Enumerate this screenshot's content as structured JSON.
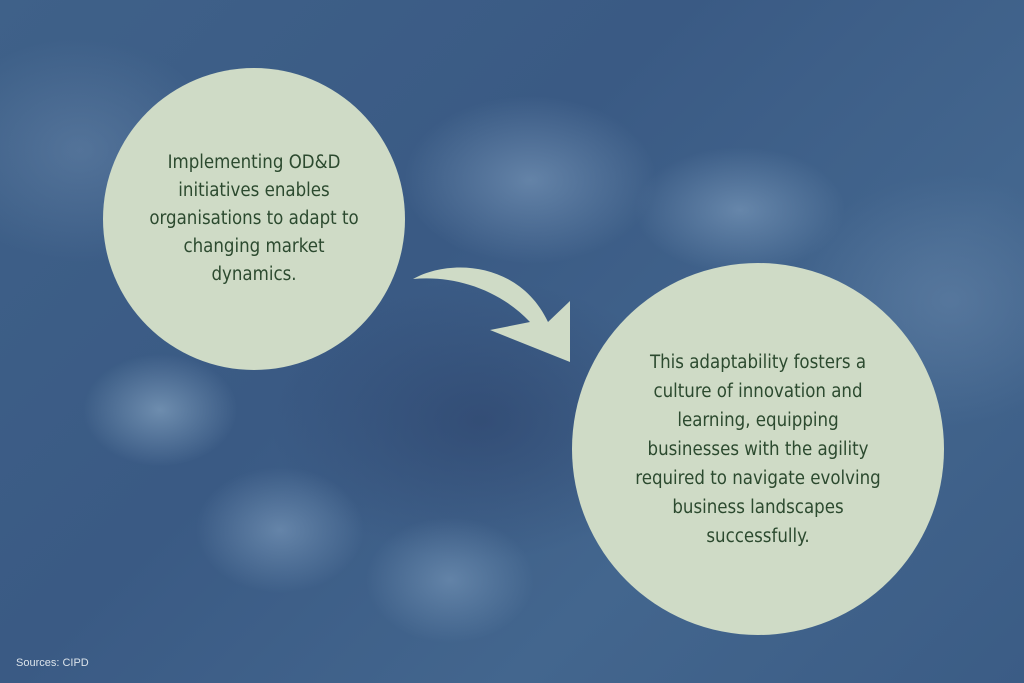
{
  "circles": [
    {
      "text": "Implementing OD&D initiatives enables organisations to adapt to changing market dynamics."
    },
    {
      "text": "This adaptability fosters a culture of innovation and learning, equipping businesses with the agility required to navigate evolving business landscapes successfully."
    }
  ],
  "source": "Sources: CIPD",
  "colors": {
    "circle": "#cfdbc6",
    "text": "#2c4a2f",
    "background": "#3d5e87"
  },
  "icons": {
    "arrow": "curved-arrow-icon"
  }
}
